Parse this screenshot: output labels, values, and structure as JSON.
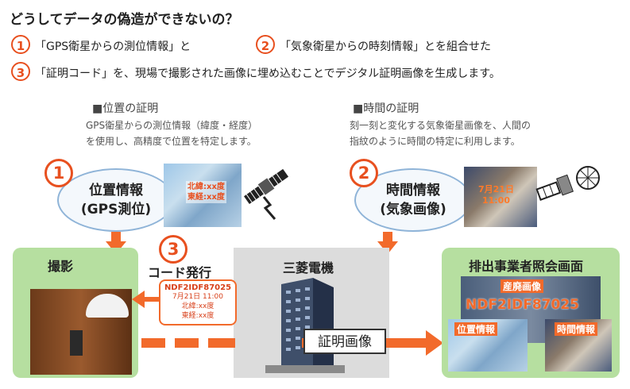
{
  "title": "どうしてデータの偽造ができないの？",
  "steps": [
    {
      "num": "1",
      "text": "「GPS衛星からの測位情報」と"
    },
    {
      "num": "2",
      "text": "「気象衛星からの時刻情報」とを組合せた"
    },
    {
      "num": "3",
      "text": "「証明コード」を、現場で撮影された画像に埋め込むことでデジタル証明画像を生成します。"
    }
  ],
  "position_section": {
    "title": "■位置の証明",
    "desc1": "GPS衛星からの測位情報（緯度・経度）",
    "desc2": "を使用し、高精度で位置を特定します。",
    "num": "1",
    "oval_line1": "位置情報",
    "oval_line2": "(GPS測位)",
    "map_line1": "北緯:xx度",
    "map_line2": "東経:xx度"
  },
  "time_section": {
    "title": "■時間の証明",
    "desc1": "刻一刻と変化する気象衛星画像を、人間の",
    "desc2": "指紋のように時間の特定に利用します。",
    "num": "2",
    "oval_line1": "時間情報",
    "oval_line2": "(気象画像)",
    "img_line1": "7月21日",
    "img_line2": "11:00"
  },
  "photo_box": {
    "label": "撮影"
  },
  "code": {
    "num": "3",
    "label": "コード発行",
    "card_code": "NDF2IDF87025",
    "card_line1": "7月21日 11:00",
    "card_line2": "北緯:xx度",
    "card_line3": "東経:xx度"
  },
  "company": {
    "label": "三菱電機"
  },
  "cert_label": "証明画像",
  "result_box": {
    "label": "排出事業者照会画面",
    "tag1": "産廃画像",
    "code": "NDF2IDF87025",
    "tag2": "位置情報",
    "tag3": "時間情報"
  },
  "colors": {
    "accent": "#f26a2b",
    "green": "#b6dfa0",
    "oval_border": "#8fb4d8"
  }
}
